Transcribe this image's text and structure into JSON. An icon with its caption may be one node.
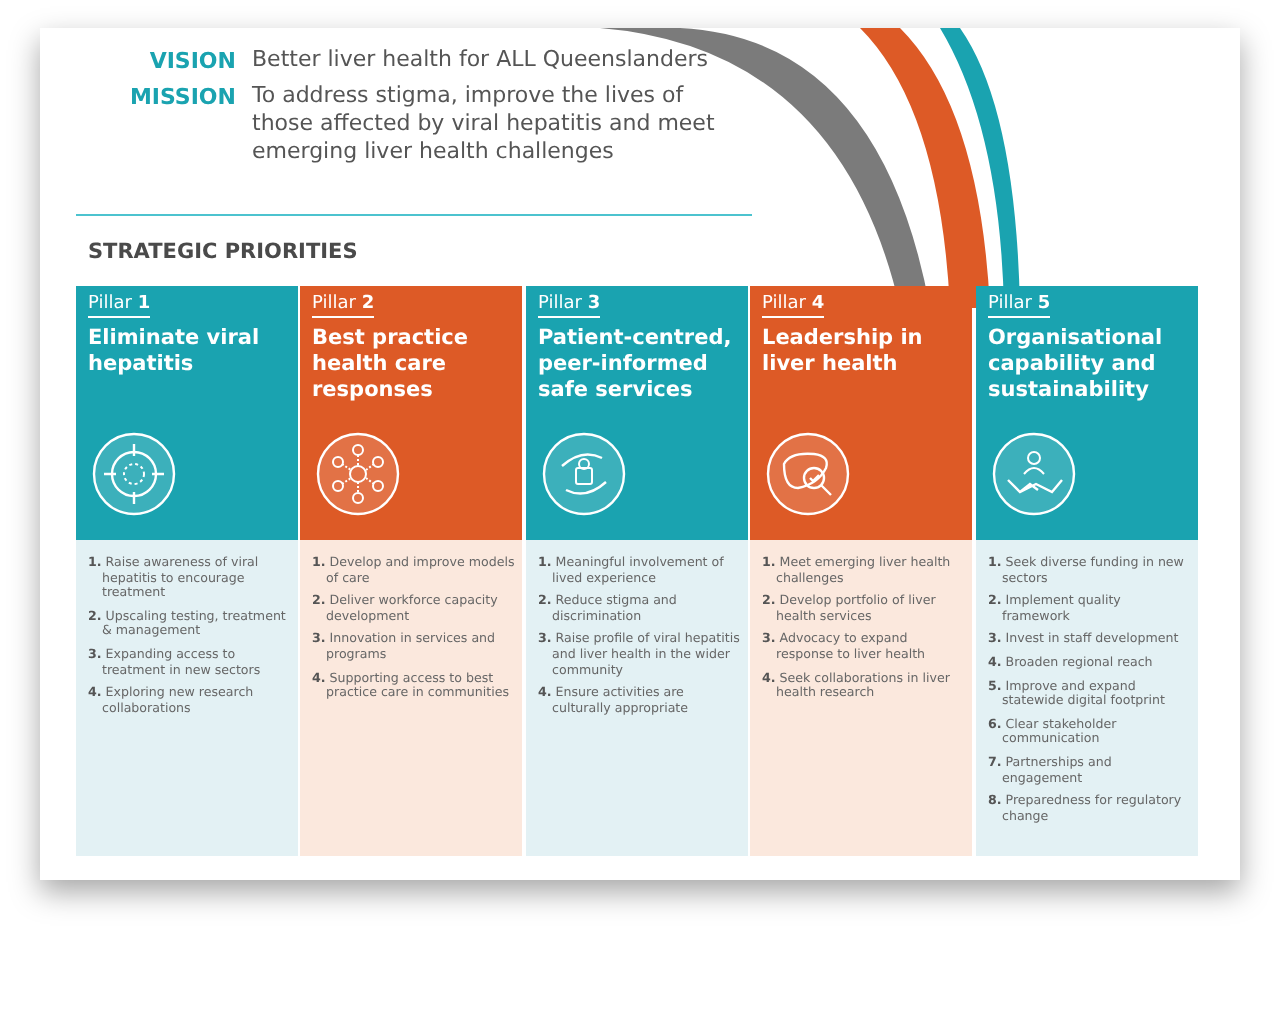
{
  "diagram": {
    "nodes": [
      {
        "text": [
          "Pillar **1**",
          "Eliminate viral hepatitis",
          "**1.** Raise awareness of viral hepatitis to encourage treatment",
          "**2.** Upscaling testing, treatment & management",
          "**3.** Expanding access to treatment in new sectors",
          "**4.** Exploring new research collaborations"
        ]
      },
      {
        "text": [
          "Pillar **2**",
          "Best practice health care responses",
          "**1.** Develop and improve models of care",
          "**2.** Deliver workforce capacity development",
          "**3.** Innovation in services and programs",
          "**4.** Supporting access to best practice care in communities"
        ]
      },
      {
        "text": [
          "Pillar **3**",
          "Patient-centred, peer-informed safe services",
          "**1.** Meaningful involvement of lived experience",
          "**2.** Reduce stigma and discrimination",
          "**3.** Raise profile of viral hepatitis and liver health in the wider community",
          "**4.** Ensure activities are culturally appropriate"
        ]
      },
      {
        "text": [
          "Pillar **4**",
          "Leadership in liver health",
          "**1.** Meet emerging liver health challenges",
          "**2.** Develop portfolio of liver health services",
          "**3.** Advocacy to expand response to liver health",
          "**4.** Seek collaborations in liver health research"
        ]
      },
      {
        "text": [
          "Pillar **5**",
          "Organisational capability and sustainability",
          "**1.** Seek diverse funding in new sectors",
          "**2.** Implement quality framework",
          "**3.** Invest in staff development",
          "**4.** Broaden regional reach",
          "**5.** Improve and expand statewide digital footprint",
          "**6.** Clear stakeholder communication",
          "**7.** Partnerships and engagement",
          "**8.** Preparedness for regulatory change"
        ]
      }
    ],
    "labels": [
      "VISION",
      "Better liver health for ALL Queenslanders",
      "MISSION",
      "To address stigma, improve the lives of those affected by viral hepatitis and meet emerging liver health challenges",
      "STRATEGIC PRIORITIES"
    ]
  }
}
